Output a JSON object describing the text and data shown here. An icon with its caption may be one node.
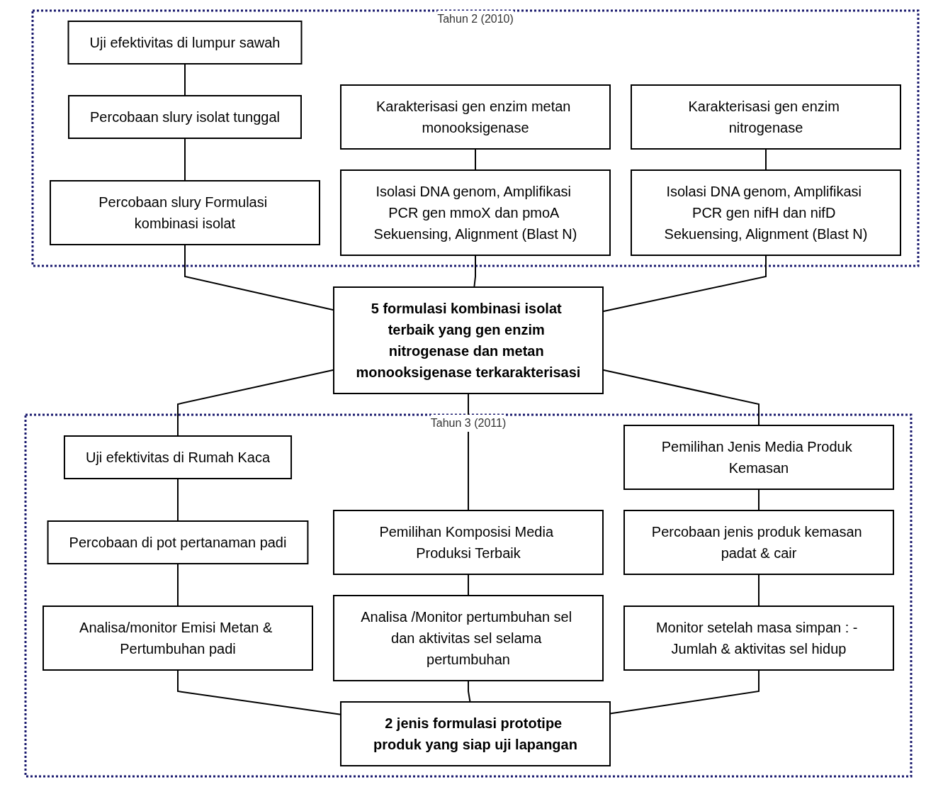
{
  "diagram": {
    "nodes": [
      {
        "text": [
          "Tahun 2 (2010)"
        ]
      },
      {
        "text": [
          "Uji efektivitas di lumpur sawah"
        ],
        "in": 0
      },
      {
        "text": [
          "Karakterisasi gen enzim metan monooksigenase"
        ],
        "in": 0
      },
      {
        "text": [
          "Karakterisasi gen enzim nitrogenase"
        ],
        "in": 0
      },
      {
        "text": [
          "Percobaan slury isolat tunggal"
        ],
        "in": 0
      },
      {
        "text": [
          "Percobaan slury Formulasi kombinasi isolat"
        ],
        "in": 0
      },
      {
        "text": [
          "Isolasi DNA genom, Amplifikasi PCR gen mmoX dan pmoA Sekuensing, Alignment (Blast N)"
        ],
        "in": 0
      },
      {
        "text": [
          "Isolasi DNA genom, Amplifikasi PCR gen nifH dan nifD Sekuensing, Alignment (Blast N)"
        ],
        "in": 0
      },
      {
        "text": [
          "5 formulasi kombinasi isolat terbaik yang gen enzim nitrogenase dan metan monooksigenase terkarakterisasi"
        ]
      },
      {
        "text": [
          "Tahun 3 (2011)"
        ]
      },
      {
        "text": [
          "Uji efektivitas di Rumah Kaca"
        ],
        "in": 9
      },
      {
        "text": [
          "Pemilihan Komposisi Media Produksi Terbaik"
        ],
        "in": 9
      },
      {
        "text": [
          "Pemilihan Jenis Media Produk Kemasan"
        ],
        "in": 9
      },
      {
        "text": [
          "Percobaan di pot pertanaman padi"
        ],
        "in": 9
      },
      {
        "text": [
          "Analisa /Monitor pertumbuhan sel dan aktivitas sel selama pertumbuhan"
        ],
        "in": 9
      },
      {
        "text": [
          "Percobaan jenis produk kemasan padat & cair"
        ],
        "in": 9
      },
      {
        "text": [
          "Analisa/monitor Emisi Metan & Pertumbuhan padi"
        ],
        "in": 9
      },
      {
        "text": [
          "Monitor setelah masa simpan : - Jumlah & aktivitas sel hidup"
        ],
        "in": 9
      },
      {
        "text": [
          "2 jenis formulasi prototipe produk yang siap uji lapangan"
        ],
        "in": 9
      }
    ],
    "edges": [
      {
        "from": 1,
        "to": 4,
        "arrow": "none"
      },
      {
        "from": 4,
        "to": 5,
        "arrow": "none"
      },
      {
        "from": 2,
        "to": 6,
        "arrow": "none"
      },
      {
        "from": 3,
        "to": 7,
        "arrow": "none"
      },
      {
        "from": 5,
        "to": 8,
        "arrow": "none"
      },
      {
        "from": 6,
        "to": 8,
        "arrow": "none"
      },
      {
        "from": 7,
        "to": 8,
        "arrow": "none"
      },
      {
        "from": 8,
        "to": 10,
        "arrow": "none"
      },
      {
        "from": 8,
        "to": 11,
        "arrow": "none"
      },
      {
        "from": 8,
        "to": 12,
        "arrow": "none"
      },
      {
        "from": 10,
        "to": 13,
        "arrow": "none"
      },
      {
        "from": 13,
        "to": 16,
        "arrow": "none"
      },
      {
        "from": 11,
        "to": 14,
        "arrow": "none"
      },
      {
        "from": 12,
        "to": 15,
        "arrow": "none"
      },
      {
        "from": 15,
        "to": 17,
        "arrow": "none"
      },
      {
        "from": 16,
        "to": 18,
        "arrow": "none"
      },
      {
        "from": 14,
        "to": 18,
        "arrow": "none"
      },
      {
        "from": 17,
        "to": 18,
        "arrow": "none"
      }
    ]
  }
}
